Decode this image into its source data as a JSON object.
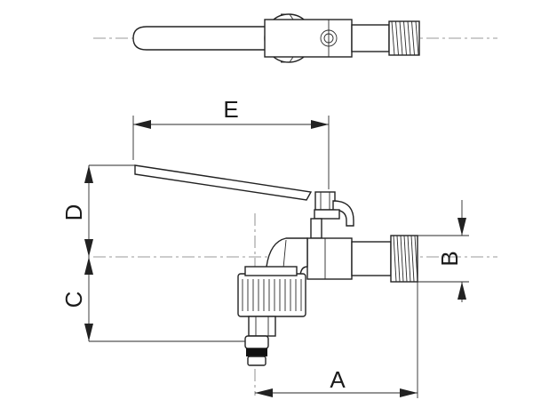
{
  "dimensions": {
    "A": "A",
    "B": "B",
    "C": "C",
    "D": "D",
    "E": "E"
  },
  "icons": {
    "top_view": "valve-top-view-icon",
    "side_view": "valve-side-view-icon"
  }
}
